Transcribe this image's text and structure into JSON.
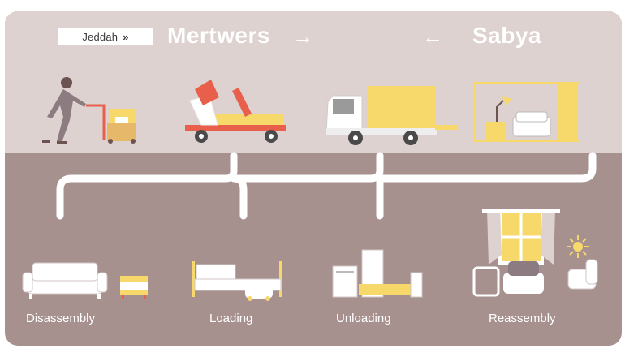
{
  "header": {
    "label_box": "Jeddah",
    "label_box_chevron": "»",
    "title_left": "Mertwers",
    "arrow_right": "→",
    "arrow_left": "←",
    "title_right": "Sabya"
  },
  "stages": [
    {
      "label": "Disassembly"
    },
    {
      "label": "Loading"
    },
    {
      "label": "Unloading"
    },
    {
      "label": "Reassembly"
    }
  ],
  "icons": {
    "worker": "worker-pushing-cart-icon",
    "loader": "loading-machine-icon",
    "truck": "moving-truck-icon",
    "room": "furnished-room-icon",
    "sofa": "sofa-icon",
    "nightstand": "nightstand-icon",
    "bed": "bed-icon",
    "appliances": "appliances-icon",
    "living_room": "living-room-icon",
    "sun": "sun-icon"
  },
  "colors": {
    "top_band": "#ddd2cf",
    "bottom_band": "#a6918f",
    "accent_yellow": "#f6d86b",
    "accent_red": "#e8604c",
    "line_white": "#ffffff"
  }
}
